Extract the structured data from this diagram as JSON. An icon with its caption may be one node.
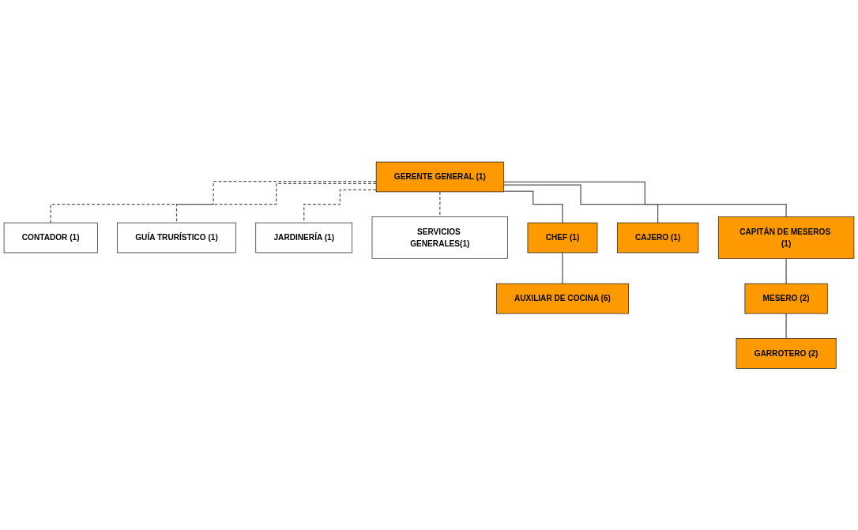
{
  "diagram": {
    "nodes": [
      {
        "text": [
          "GERENTE GENERAL (1)"
        ]
      },
      {
        "text": [
          "CONTADOR (1)"
        ]
      },
      {
        "text": [
          "GUÍA TRURÍSTICO (1)"
        ]
      },
      {
        "text": [
          "JARDINERÍA (1)"
        ]
      },
      {
        "text": [
          "SERVICIOS GENERALES(1)"
        ]
      },
      {
        "text": [
          "CHEF (1)"
        ]
      },
      {
        "text": [
          "CAJERO (1)"
        ]
      },
      {
        "text": [
          "CAPITÁN DE MESEROS (1)"
        ]
      },
      {
        "text": [
          "AUXILIAR DE COCINA (6)"
        ]
      },
      {
        "text": [
          "MESERO (2)"
        ]
      },
      {
        "text": [
          "GARROTERO (2)"
        ]
      }
    ],
    "edges": [
      {
        "from": 0,
        "to": 1,
        "arrow": "none",
        "style": "dashed"
      },
      {
        "from": 0,
        "to": 2,
        "arrow": "none",
        "style": "dashed"
      },
      {
        "from": 0,
        "to": 3,
        "arrow": "none",
        "style": "dashed"
      },
      {
        "from": 0,
        "to": 4,
        "arrow": "none",
        "style": "dashed"
      },
      {
        "from": 0,
        "to": 5,
        "arrow": "none"
      },
      {
        "from": 0,
        "to": 6,
        "arrow": "none"
      },
      {
        "from": 0,
        "to": 7,
        "arrow": "none"
      },
      {
        "from": 5,
        "to": 8,
        "arrow": "none"
      },
      {
        "from": 7,
        "to": 9,
        "arrow": "none"
      },
      {
        "from": 9,
        "to": 10,
        "arrow": "none"
      }
    ]
  }
}
